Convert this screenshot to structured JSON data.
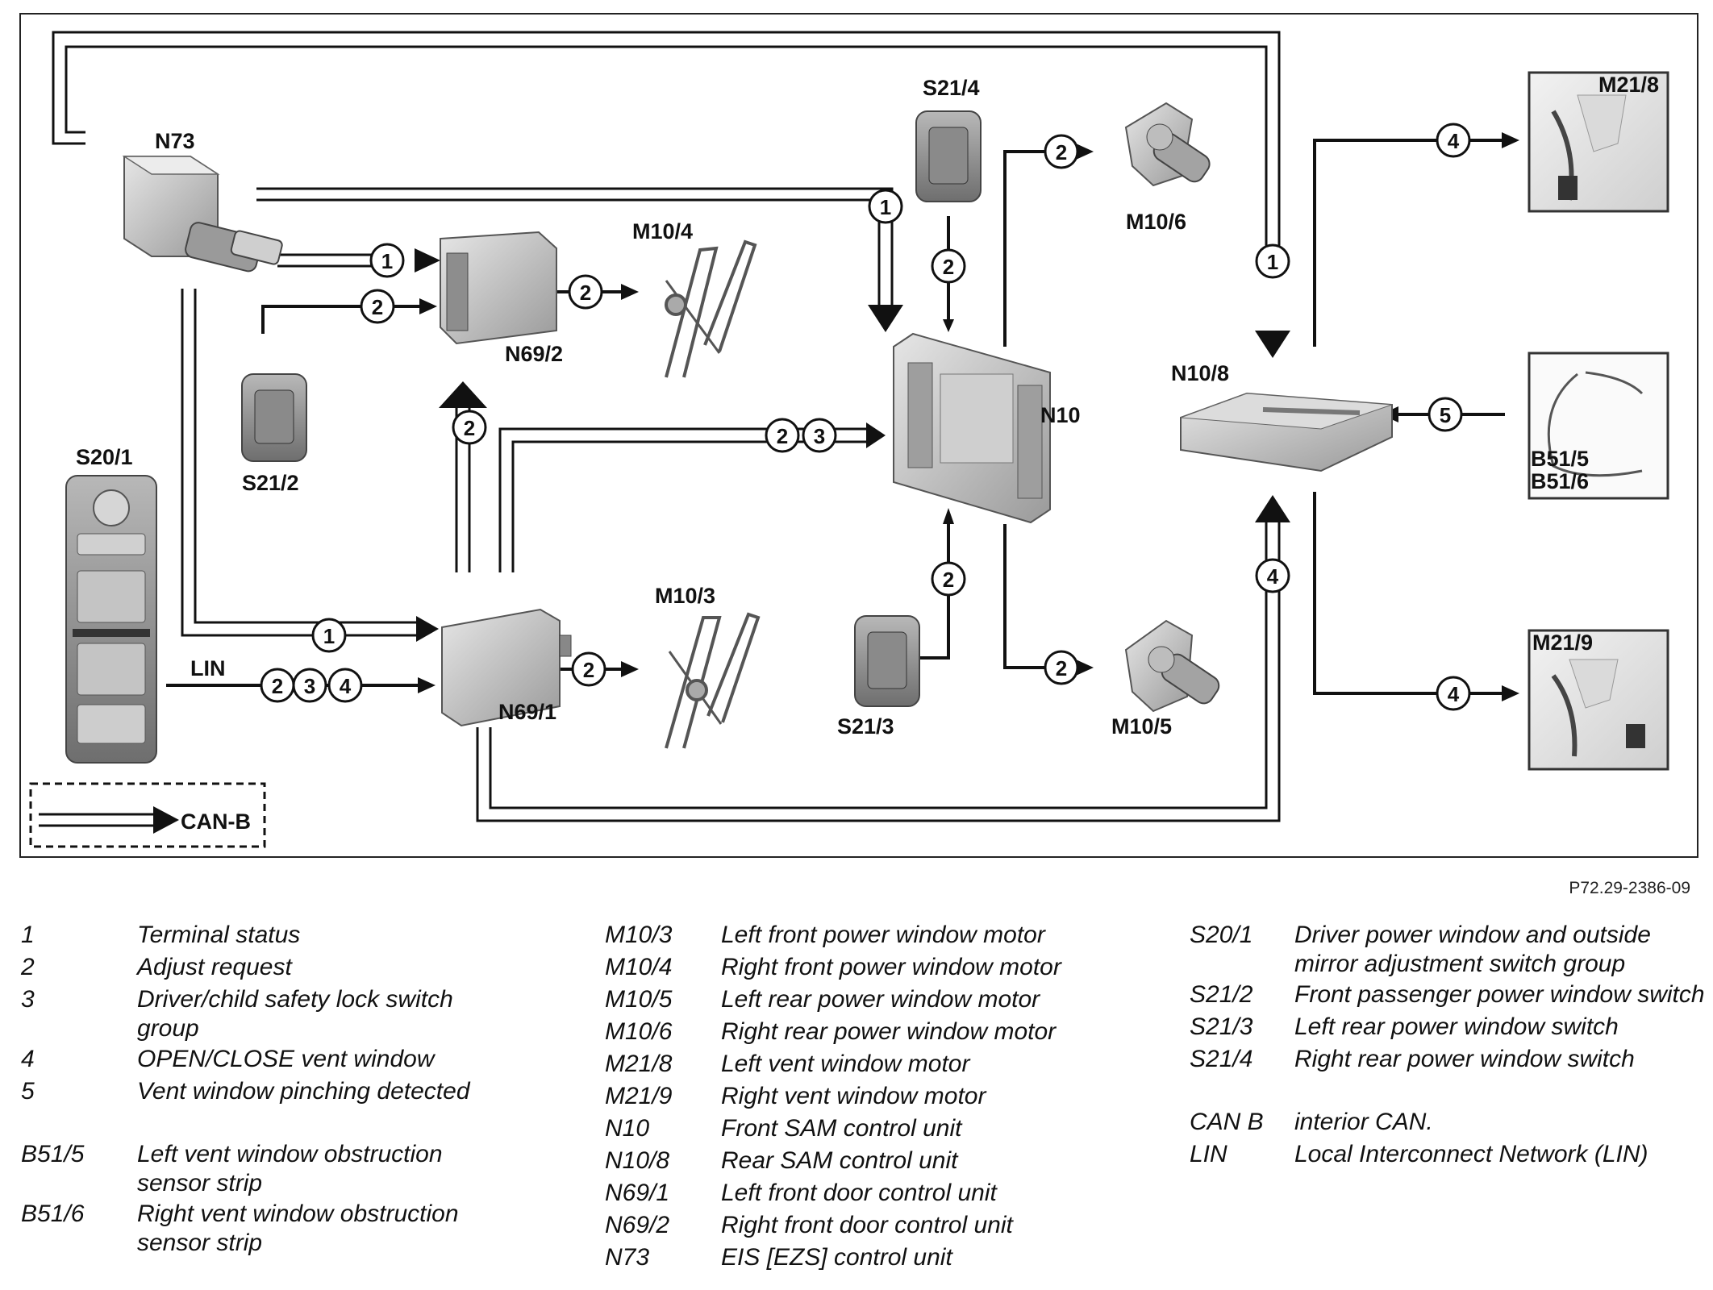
{
  "diagram": {
    "components": {
      "n73": "N73",
      "s20_1": "S20/1",
      "s21_2": "S21/2",
      "n69_2": "N69/2",
      "m10_4": "M10/4",
      "n69_1": "N69/1",
      "m10_3": "M10/3",
      "s21_4": "S21/4",
      "n10": "N10",
      "m10_6": "M10/6",
      "s21_3": "S21/3",
      "m10_5": "M10/5",
      "n10_8": "N10/8",
      "m21_8": "M21/8",
      "b51_5": "B51/5",
      "b51_6": "B51/6",
      "m21_9": "M21/9"
    },
    "bus_labels": {
      "lin": "LIN",
      "can_b": "CAN-B"
    },
    "signal_numbers": [
      "1",
      "2",
      "3",
      "4",
      "5"
    ]
  },
  "reference": "P72.29-2386-09",
  "legend": {
    "col1": [
      {
        "code": "1",
        "desc": "Terminal status"
      },
      {
        "code": "2",
        "desc": "Adjust request"
      },
      {
        "code": "3",
        "desc": "Driver/child safety lock switch group"
      },
      {
        "code": "4",
        "desc": "OPEN/CLOSE vent window"
      },
      {
        "code": "5",
        "desc": "Vent window pinching detected"
      },
      {
        "code": "B51/5",
        "desc": "Left vent window obstruction sensor strip"
      },
      {
        "code": "B51/6",
        "desc": "Right vent window obstruction sensor strip"
      }
    ],
    "col2": [
      {
        "code": "M10/3",
        "desc": "Left front power window motor"
      },
      {
        "code": "M10/4",
        "desc": "Right front power window motor"
      },
      {
        "code": "M10/5",
        "desc": "Left rear power window motor"
      },
      {
        "code": "M10/6",
        "desc": "Right rear power window motor"
      },
      {
        "code": "M21/8",
        "desc": "Left vent window motor"
      },
      {
        "code": "M21/9",
        "desc": "Right vent window motor"
      },
      {
        "code": "N10",
        "desc": "Front SAM control unit"
      },
      {
        "code": "N10/8",
        "desc": "Rear SAM control unit"
      },
      {
        "code": "N69/1",
        "desc": "Left front door control unit"
      },
      {
        "code": "N69/2",
        "desc": "Right front door control unit"
      },
      {
        "code": "N73",
        "desc": "EIS [EZS] control unit"
      }
    ],
    "col3": [
      {
        "code": "S20/1",
        "desc": "Driver power window and outside mirror adjustment switch group"
      },
      {
        "code": "S21/2",
        "desc": "Front passenger power window switch"
      },
      {
        "code": "S21/3",
        "desc": "Left rear power window switch"
      },
      {
        "code": "S21/4",
        "desc": "Right rear power window switch"
      },
      {
        "code": "CAN B",
        "desc": "interior CAN."
      },
      {
        "code": "LIN",
        "desc": "Local Interconnect Network (LIN)"
      }
    ]
  },
  "colors": {
    "line": "#111111",
    "component_fill": "#c8c8c8",
    "component_dark": "#7a7a7a",
    "photo_bg": "#e4e4e4"
  }
}
